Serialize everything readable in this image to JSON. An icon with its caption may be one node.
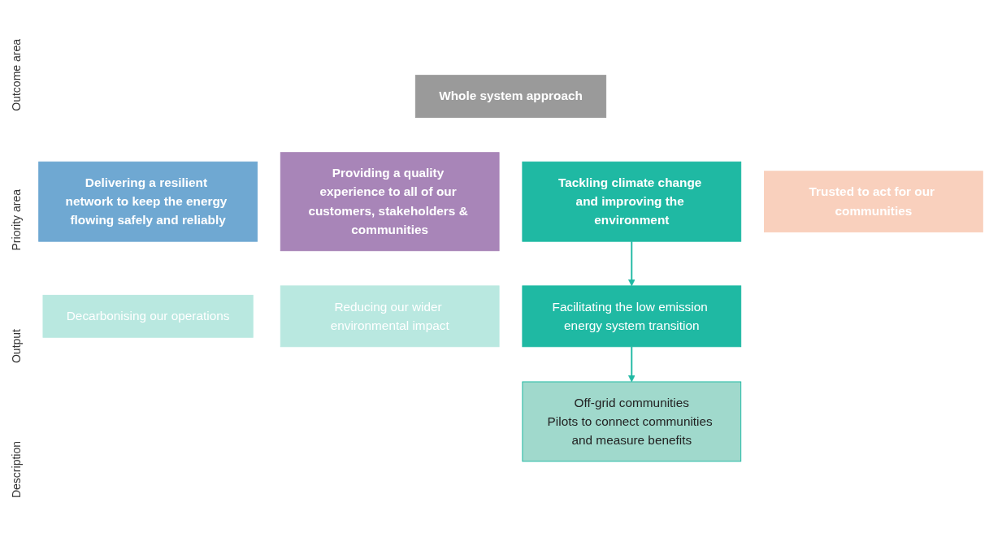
{
  "diagram": {
    "nodes": [
      {
        "text": [
          "Whole system approach"
        ]
      },
      {
        "text": [
          "Delivering a resilient network to keep the energy flowing safely and reliably"
        ]
      },
      {
        "text": [
          "Providing a quality experience to all of our customers, stakeholders & communities"
        ]
      },
      {
        "text": [
          "Tackling climate change and improving the environment"
        ]
      },
      {
        "text": [
          "Trusted to act for our communities"
        ]
      },
      {
        "text": [
          "Decarbonising our operations"
        ]
      },
      {
        "text": [
          "Reducing our wider environmental impact"
        ]
      },
      {
        "text": [
          "Facilitating the low emission energy system transition"
        ]
      },
      {
        "text": [
          "Off-grid communities",
          "Pilots to connect communities and measure benefits"
        ]
      }
    ],
    "edges": [
      {
        "from": 3,
        "to": 7,
        "arrow": "to"
      },
      {
        "from": 7,
        "to": 8,
        "arrow": "to"
      }
    ],
    "labels": [
      "Outcome area",
      "Priority area",
      "Output",
      "Description"
    ]
  }
}
